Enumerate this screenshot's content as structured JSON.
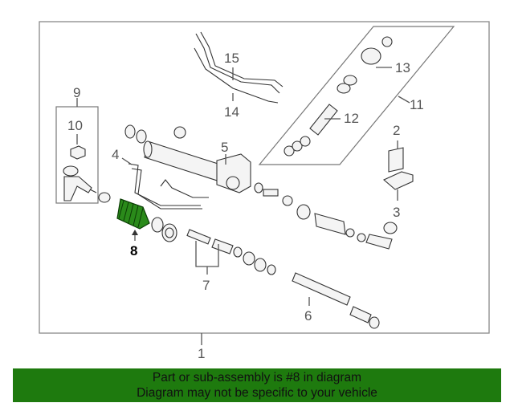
{
  "diagram": {
    "callouts": {
      "c1": "1",
      "c2": "2",
      "c3": "3",
      "c4": "4",
      "c5": "5",
      "c6": "6",
      "c7": "7",
      "c8": "8",
      "c9": "9",
      "c10": "10",
      "c11": "11",
      "c12": "12",
      "c13": "13",
      "c14": "14",
      "c15": "15"
    },
    "highlight_color": "#2a8a1a",
    "highlighted_part": "8"
  },
  "banner": {
    "line1": "Part or sub-assembly is #8 in diagram",
    "line2": "Diagram may not be specific to your vehicle",
    "background": "#1e7a0e"
  }
}
